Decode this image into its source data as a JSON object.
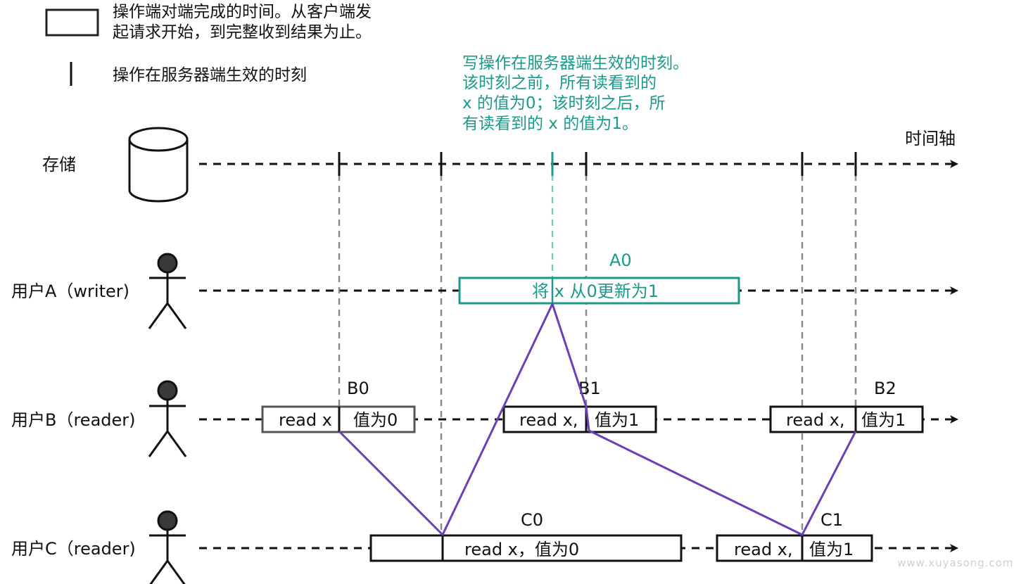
{
  "legend": {
    "box_line1": "操作端对端完成的时间。从客户端发",
    "box_line2": "起请求开始，到完整收到结果为止。",
    "tick_text": "操作在服务器端生效的时刻"
  },
  "note": {
    "line1": "写操作在服务器端生效的时刻。",
    "line2": "该时刻之前，所有读看到的",
    "line3": "x 的值为0；该时刻之后，所",
    "line4": "有读看到的 x 的值为1。"
  },
  "axis_label": "时间轴",
  "rows": {
    "storage": "存储",
    "user_a": "用户A（writer)",
    "user_b": "用户B（reader)",
    "user_c": "用户C（reader)"
  },
  "ops": {
    "a0": {
      "label": "A0",
      "text": "将 x 从0更新为1"
    },
    "b0": {
      "label": "B0",
      "left": "read x",
      "right": "值为0"
    },
    "b1": {
      "label": "B1",
      "left": "read x,",
      "right": "值为1"
    },
    "b2": {
      "label": "B2",
      "left": "read x,",
      "right": "值为1"
    },
    "c0": {
      "label": "C0",
      "text": "read x，值为0"
    },
    "c1": {
      "label": "C1",
      "left": "read x,",
      "right": "值为1"
    }
  },
  "watermark": "www.xuyasong.com",
  "colors": {
    "accent_green": "#1a9a8a",
    "purple": "#6b3fb8",
    "black": "#111111",
    "gray_dash": "#8a8a8a"
  }
}
